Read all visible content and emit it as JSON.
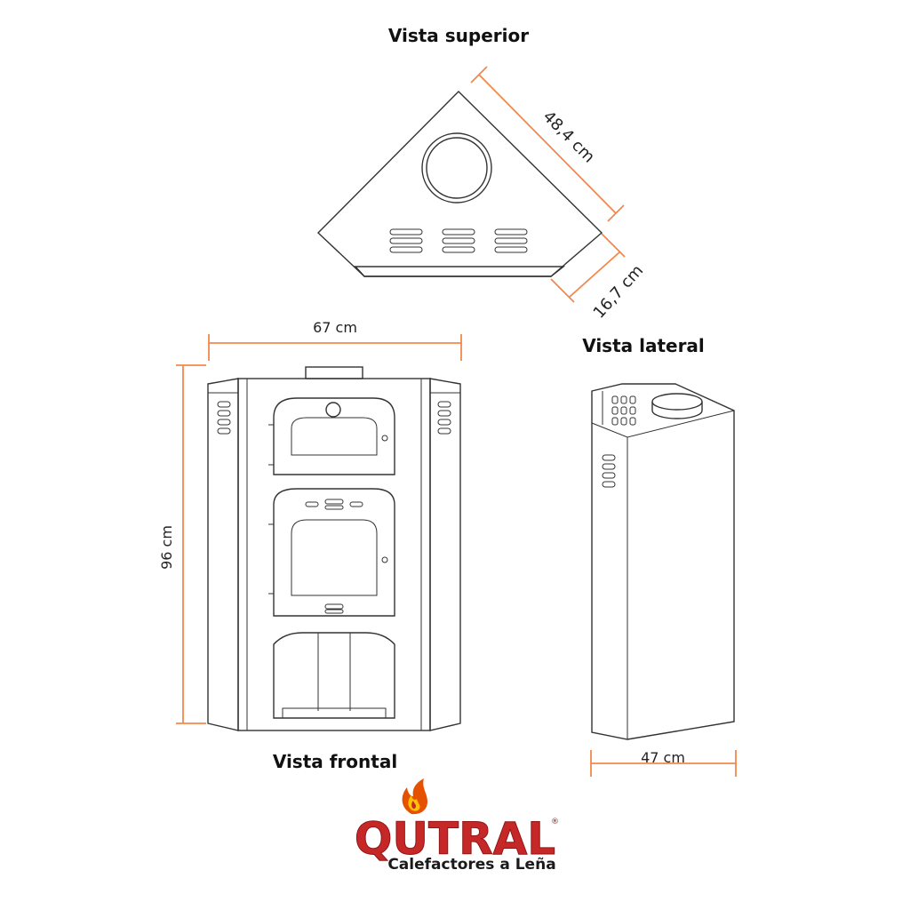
{
  "titles": {
    "top_view": "Vista superior",
    "front_view": "Vista frontal",
    "side_view": "Vista lateral"
  },
  "dimensions": {
    "top_diagonal": "48,4 cm",
    "top_depth": "16,7 cm",
    "front_width": "67 cm",
    "front_height": "96 cm",
    "side_width": "47 cm"
  },
  "logo": {
    "brand": "QUTRAL",
    "registered": "®",
    "tagline": "Calefactores a Leña"
  },
  "colors": {
    "dimension_lines": "#f2884b",
    "brand_red": "#c62828",
    "outline": "#333333"
  },
  "icons": {
    "logo_mark": "flame-icon"
  }
}
